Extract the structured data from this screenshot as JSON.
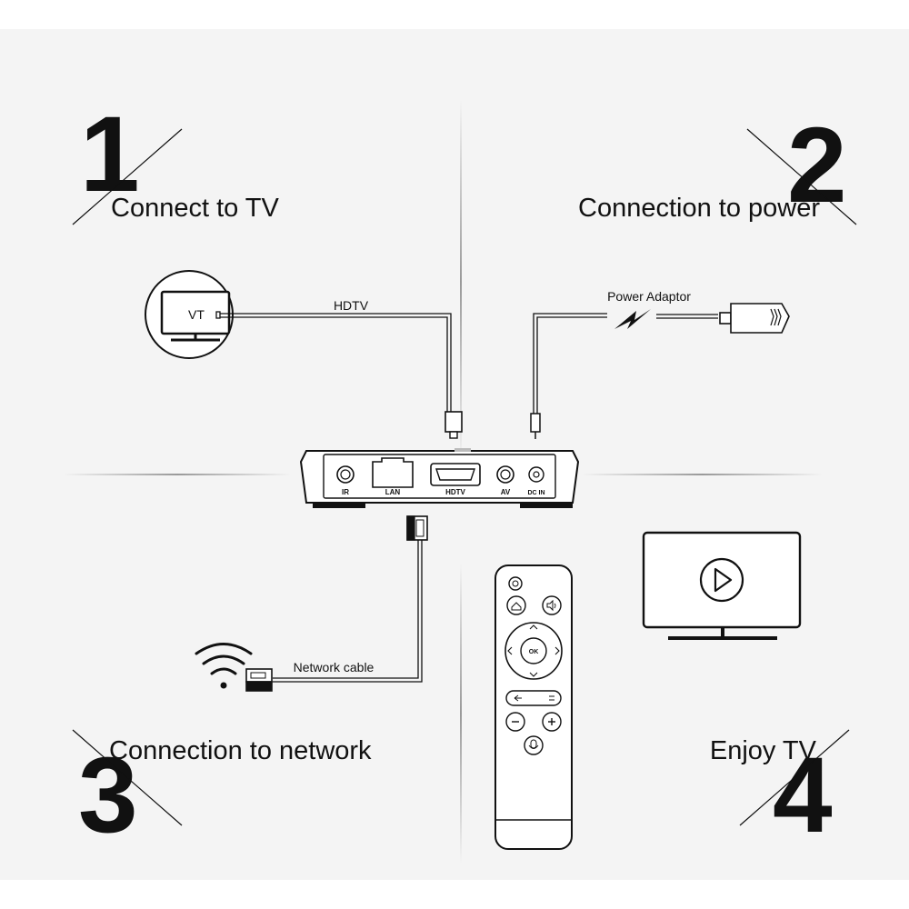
{
  "steps": {
    "step1": {
      "number": "1",
      "label": "Connect to TV"
    },
    "step2": {
      "number": "2",
      "label": "Connection to power"
    },
    "step3": {
      "number": "3",
      "label": "Connection to network"
    },
    "step4": {
      "number": "4",
      "label": "Enjoy TV"
    }
  },
  "labels": {
    "hdtv_cable": "HDTV",
    "power_adaptor": "Power Adaptor",
    "network_cable": "Network cable",
    "tv_screen": "VT"
  },
  "ports": {
    "ir": "IR",
    "lan": "LAN",
    "hdtv": "HDTV",
    "av": "AV",
    "dcin": "DC IN"
  },
  "remote": {
    "ok": "OK"
  },
  "icons": {
    "tv_small": "tv-icon",
    "tv_large": "tv-play-icon",
    "wifi": "wifi-icon",
    "power_plug": "power-plug-icon",
    "lightning": "lightning-icon",
    "remote": "remote-control"
  },
  "colors": {
    "background": "#f4f4f4",
    "ink": "#111111",
    "divider": "#9a9a9a"
  }
}
